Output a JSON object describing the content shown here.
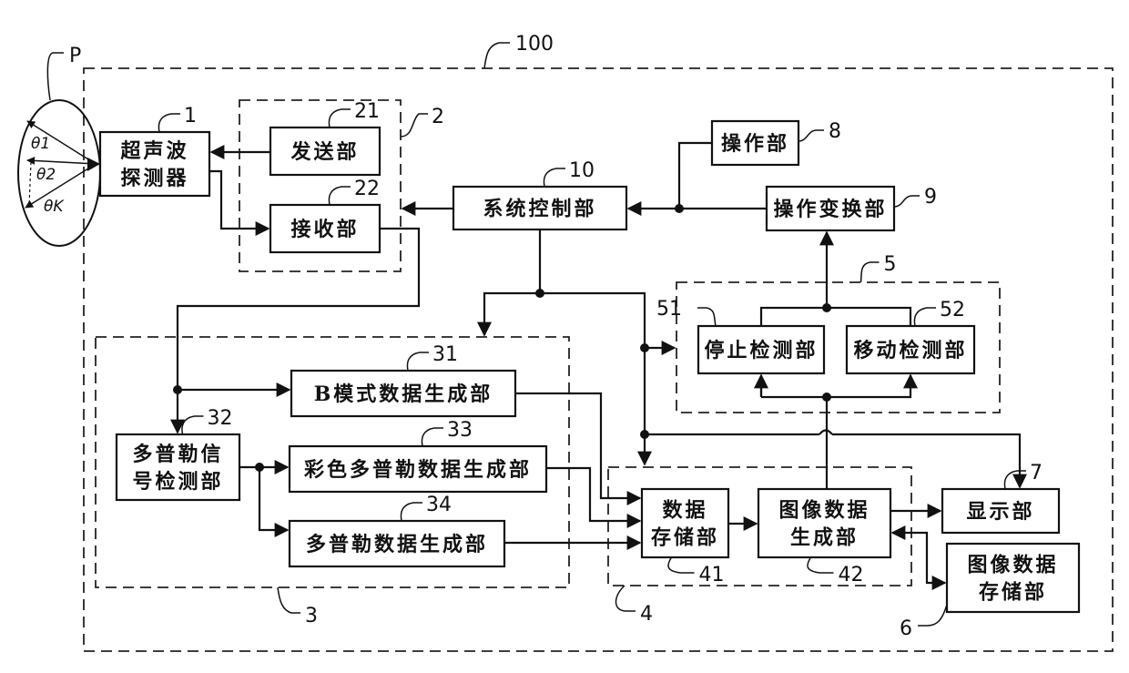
{
  "diagram": {
    "subject": {
      "ref": "P",
      "angles": [
        "θ1",
        "θ2",
        "θK"
      ]
    },
    "system": {
      "ref": "100"
    },
    "groups": [
      {
        "id": "g2",
        "ref": "2"
      },
      {
        "id": "g3",
        "ref": "3"
      },
      {
        "id": "g4",
        "ref": "4"
      },
      {
        "id": "g5",
        "ref": "5"
      }
    ],
    "blocks": [
      {
        "id": "b1",
        "ref": "1",
        "lines": [
          "超声波",
          "探测器"
        ]
      },
      {
        "id": "b21",
        "ref": "21",
        "lines": [
          "发送部"
        ]
      },
      {
        "id": "b22",
        "ref": "22",
        "lines": [
          "接收部"
        ]
      },
      {
        "id": "b10",
        "ref": "10",
        "lines": [
          "系统控制部"
        ]
      },
      {
        "id": "b8",
        "ref": "8",
        "lines": [
          "操作部"
        ]
      },
      {
        "id": "b9",
        "ref": "9",
        "lines": [
          "操作变换部"
        ]
      },
      {
        "id": "b51",
        "ref": "51",
        "lines": [
          "停止检测部"
        ]
      },
      {
        "id": "b52",
        "ref": "52",
        "lines": [
          "移动检测部"
        ]
      },
      {
        "id": "b31",
        "ref": "31",
        "lines": [
          "B模式数据生成部"
        ]
      },
      {
        "id": "b32",
        "ref": "32",
        "lines": [
          "多普勒信",
          "号检测部"
        ]
      },
      {
        "id": "b33",
        "ref": "33",
        "lines": [
          "彩色多普勒数据生成部"
        ]
      },
      {
        "id": "b34",
        "ref": "34",
        "lines": [
          "多普勒数据生成部"
        ]
      },
      {
        "id": "b41",
        "ref": "41",
        "lines": [
          "数据",
          "存储部"
        ]
      },
      {
        "id": "b42",
        "ref": "42",
        "lines": [
          "图像数据",
          "生成部"
        ]
      },
      {
        "id": "b7",
        "ref": "7",
        "lines": [
          "显示部"
        ]
      },
      {
        "id": "b6",
        "ref": "6",
        "lines": [
          "图像数据",
          "存储部"
        ]
      }
    ]
  }
}
